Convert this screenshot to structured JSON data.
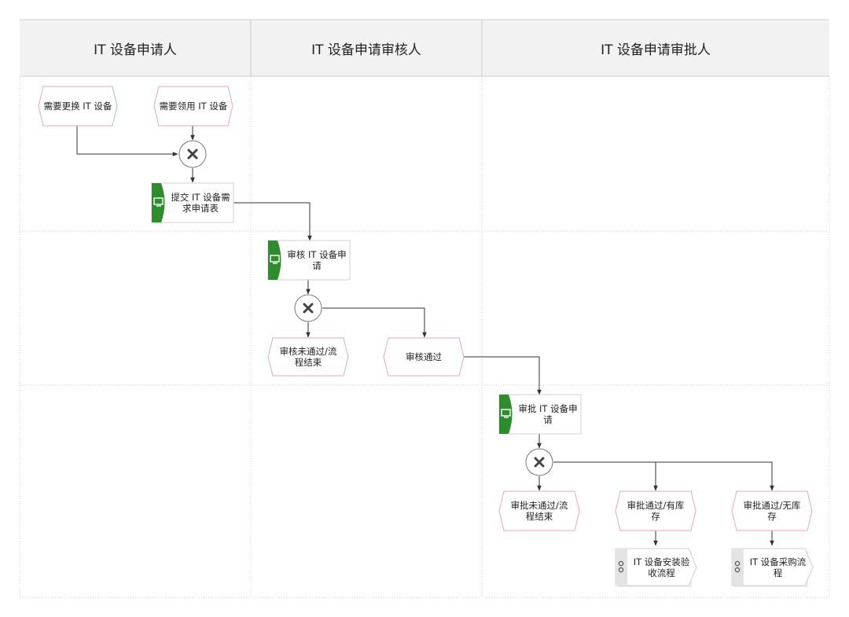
{
  "lanes": [
    {
      "title": "IT 设备申请人"
    },
    {
      "title": "IT 设备申请审核人"
    },
    {
      "title": "IT 设备申请审批人"
    }
  ],
  "events": {
    "replace": "需要更换 IT 设备",
    "borrow": "需要领用 IT 设备",
    "review_fail": "审核未通过/流程结束",
    "review_pass": "审核通过",
    "approve_fail": "审批未通过/流程结束",
    "approve_stock": "审批通过/有库存",
    "approve_nostock": "审批通过/无库存"
  },
  "functions": {
    "submit": "提交 IT 设备需求申请表",
    "review": "审核 IT 设备申请",
    "approve": "审批 IT 设备申请"
  },
  "interfaces": {
    "install": "IT 设备安装验收流程",
    "purchase": "IT 设备采购流程"
  },
  "colors": {
    "function_accent": "#2e8b2e",
    "event_border": "#e8a6bd",
    "line": "#333333",
    "grid": "#cfcfcf",
    "header_bg": "#f2f2f2"
  },
  "icons": {
    "function": "monitor-icon",
    "gateway": "xor-gateway-icon",
    "interface": "process-link-icon"
  }
}
